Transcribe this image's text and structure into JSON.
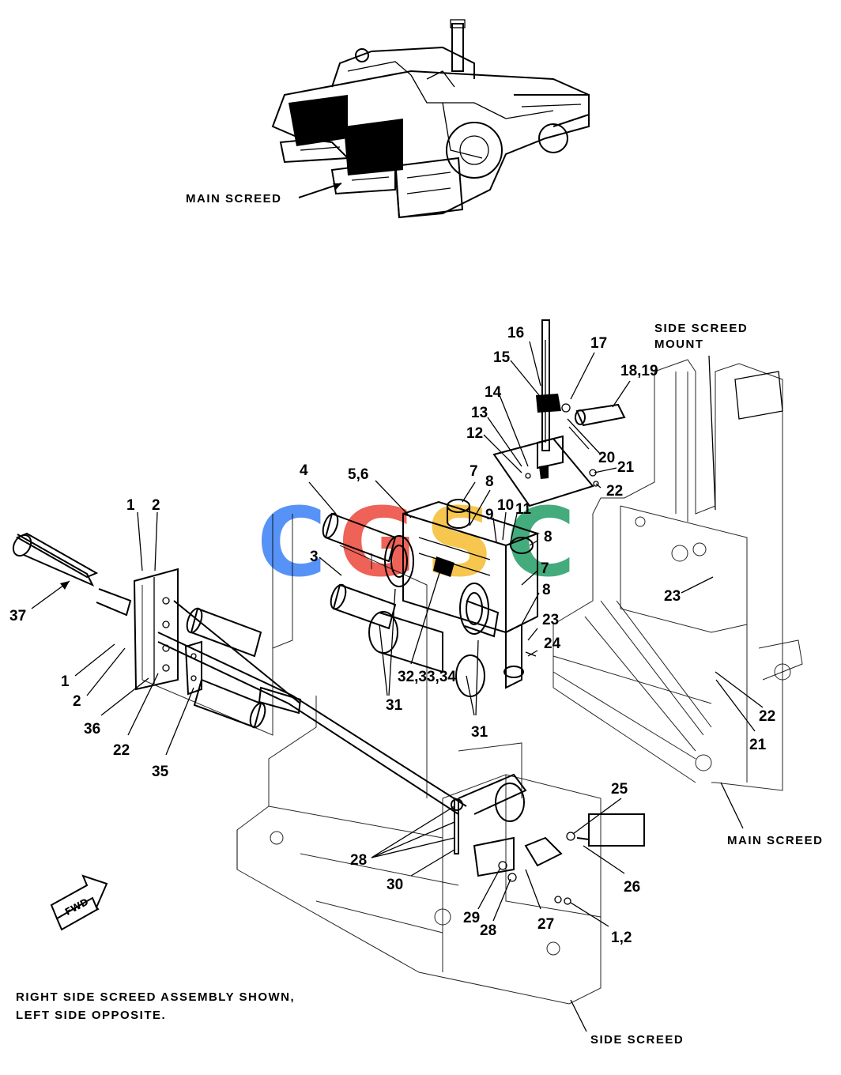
{
  "overview": {
    "label": "MAIN SCREED"
  },
  "labels": {
    "side_screed_mount": [
      "SIDE SCREED",
      "MOUNT"
    ],
    "main_screed": "MAIN SCREED",
    "side_screed": "SIDE SCREED",
    "fwd": "FWD"
  },
  "note": [
    "RIGHT SIDE SCREED ASSEMBLY SHOWN,",
    "LEFT SIDE OPPOSITE."
  ],
  "watermark": {
    "letters": [
      "C",
      "G",
      "S",
      "C"
    ],
    "colors": [
      "#4f8ef7",
      "#ee5a4f",
      "#f6c445",
      "#3aa776"
    ]
  },
  "callouts": [
    "16",
    "17",
    "15",
    "18,19",
    "14",
    "13",
    "12",
    "20",
    "21",
    "22",
    "7",
    "8",
    "4",
    "5,6",
    "9",
    "10",
    "11",
    "8",
    "7",
    "8",
    "3",
    "1",
    "2",
    "37",
    "23",
    "24",
    "23",
    "22",
    "21",
    "1",
    "2",
    "36",
    "22",
    "35",
    "32,33,34",
    "31",
    "31",
    "25",
    "26",
    "28",
    "30",
    "29",
    "28",
    "27",
    "1,2"
  ]
}
